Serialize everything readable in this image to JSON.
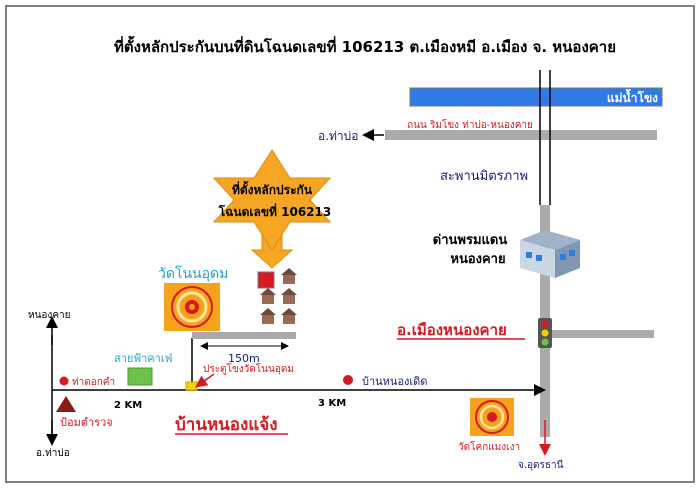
{
  "map": {
    "title": "ที่ตั้งหลักประกันบนที่ดินโฉนดเลขที่ 106213 ต.เมืองหมี อ.เมือง จ. หนองคาย",
    "river": "แม่น้ำโขง",
    "riverside_road": "ถนน ริมโขง ท่าบ่อ-หนองคาย",
    "to_tha_bo_top": "อ.ท่าบ่อ",
    "bridge": "สะพานมิตรภาพ",
    "star_line1": "ที่ตั้งหลักประกัน",
    "star_line2": "โฉนดเลขที่ 106213",
    "customs_line1": "ด่านพรมแดน",
    "customs_line2": "หนองคาย",
    "temple_non_udom": "วัดโนนอุดม",
    "distance_150": "150m",
    "district": "อ.เมืองหนองคาย",
    "to_nong_khai_left": "หนองคาย",
    "tha_dok_kham": "ท่าดอกคำ",
    "power_line": "สายฟ้าคาเฟ่",
    "temple_gate": "ประตูโขงวัดโนนอุดม",
    "ban_nong_doet": "บ้านหนองเดิด",
    "dist_2km": "2 KM",
    "dist_3km": "3 KM",
    "police_box": "ป้อมตำรวจ",
    "ban_nong_chaeng": "บ้านหนองแจ้ง",
    "temple_khok": "วัดโคกแมงเงา",
    "to_tha_bo_bottom": "อ.ท่าบ่อ",
    "to_udon": "จ.อุดรธานี",
    "colors": {
      "road": "#aaaaaa",
      "river": "#2f7ae5",
      "navy": "#1a1a7a",
      "red": "#d71920",
      "orange": "#f5a623",
      "temple": "#f7a21b",
      "green": "#6cc24a",
      "teal": "#1fa5c9"
    }
  }
}
